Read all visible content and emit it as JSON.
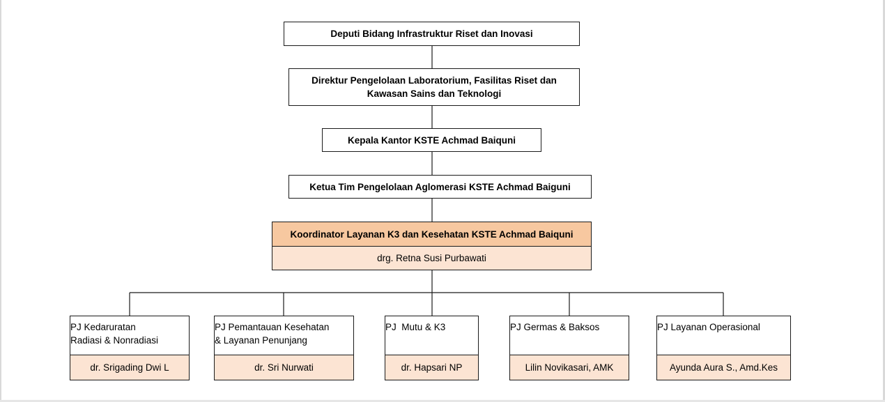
{
  "chain": [
    {
      "id": "deputi",
      "label": "Deputi Bidang Infrastruktur Riset dan Inovasi"
    },
    {
      "id": "direktur",
      "label_line1": "Direktur Pengelolaan Laboratorium, Fasilitas Riset dan",
      "label_line2": "Kawasan Sains dan Teknologi"
    },
    {
      "id": "kepala",
      "label": "Kepala Kantor KSTE Achmad Baiquni"
    },
    {
      "id": "ketua",
      "label": "Ketua Tim Pengelolaan Aglomerasi KSTE Achmad Baiguni"
    }
  ],
  "koordinator": {
    "title": "Koordinator Layanan K3 dan Kesehatan KSTE Achmad Baiquni",
    "name": "drg. Retna Susi Purbawati"
  },
  "units": [
    {
      "line1": "PJ Kedaruratan",
      "line2": "Radiasi & Nonradiasi",
      "person": "dr. Srigading Dwi L"
    },
    {
      "line1": "PJ Pemantauan Kesehatan",
      "line2": "& Layanan Penunjang",
      "person": "dr. Sri Nurwati"
    },
    {
      "line1": "PJ  Mutu & K3",
      "line2": "",
      "person": "dr. Hapsari NP"
    },
    {
      "line1": "PJ Germas & Baksos",
      "line2": "",
      "person": "Lilin Novikasari, AMK"
    },
    {
      "line1": "PJ Layanan Operasional",
      "line2": "",
      "person": "Ayunda Aura S., Amd.Kes"
    }
  ],
  "colors": {
    "header_fill": "#f7c8a0",
    "name_fill": "#fce4d3",
    "border": "#1a1a1a"
  }
}
